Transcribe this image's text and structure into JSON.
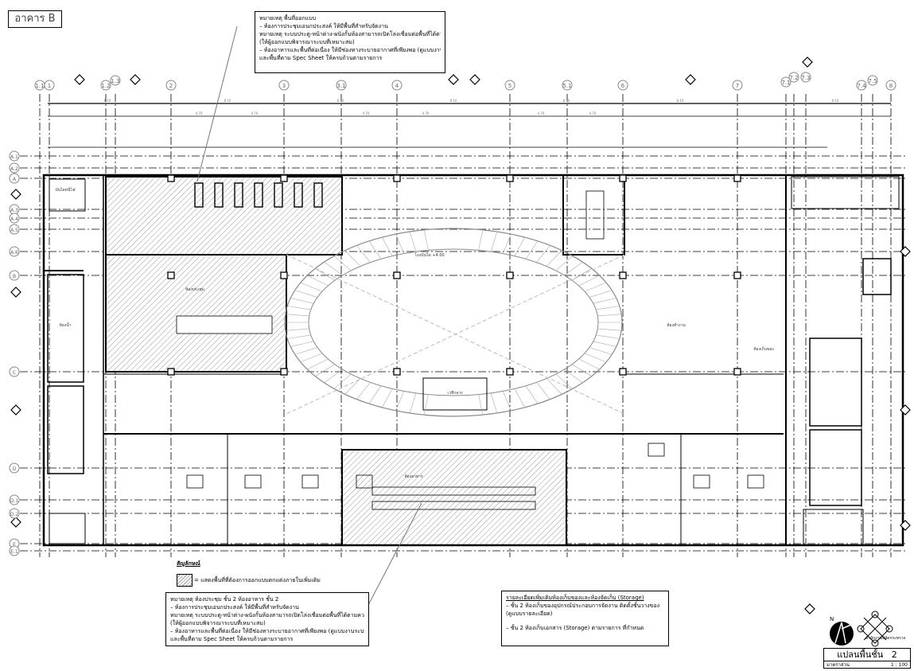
{
  "building_label": "อาคาร B",
  "grid": {
    "columns": [
      "1.1",
      "1",
      "1.2",
      "1.3",
      "2",
      "3",
      "3.1",
      "4",
      "5",
      "5.1",
      "6",
      "7",
      "7.1",
      "7.2",
      "7.3",
      "7.4",
      "7.5",
      "8"
    ],
    "rows": [
      "A.1",
      "A.2",
      "A",
      "A.3",
      "A.4",
      "A.5",
      "A.6",
      "B",
      "C",
      "D",
      "D.1",
      "D.2",
      "E",
      "E.1"
    ],
    "dimension_labels": [
      "8.10",
      "8.10",
      "8.10",
      "8.10",
      "8.10",
      "8.10",
      "8.10",
      "4.70",
      "4.70",
      "4.70",
      "4.70",
      "4.70",
      "4.70"
    ]
  },
  "notes_top": {
    "heading": "หมายเหตุ พื้นที่ออกแบบ",
    "lines": [
      "– ห้องการประชุมเอนกประสงค์ ให้มีพื้นที่สำหรับจัดงาน",
      "หมายเหตุ ระบบประตู-หน้าต่าง-ผนังกั้นห้องสามารถเปิดโล่งเชื่อมต่อพื้นที่ได้ตามความต้องการ",
      "(ให้ผู้ออกแบบพิจารณาระบบที่เหมาะสม)",
      "– ห้องอาหารและพื้นที่ต่อเนื่อง ให้มีช่องทางระบายอากาศที่เพียงพอ (ดูแบบงานระบบ)",
      "และพื้นที่ตาม Spec Sheet ให้ครบถ้วนตามรายการ"
    ]
  },
  "legend": {
    "title": "สัญลักษณ์",
    "hatched_area": "= แสดงพื้นที่ที่ต้องการออกแบบตกแต่งภายในเพิ่มเติม"
  },
  "notes_bottom": {
    "heading": "หมายเหตุ ห้องประชุม ชั้น 2 ห้องอาหาร ชั้น 2",
    "lines": [
      "– ห้องการประชุมเอนกประสงค์ ให้มีพื้นที่สำหรับจัดงาน",
      "หมายเหตุ ระบบประตู-หน้าต่าง-ผนังกั้นห้องสามารถเปิดโล่งเชื่อมต่อพื้นที่ได้ตามความต้องการ",
      "(ให้ผู้ออกแบบพิจารณาระบบที่เหมาะสม)",
      "– ห้องอาหารและพื้นที่ต่อเนื่อง ให้มีช่องทางระบายอากาศที่เพียงพอ (ดูแบบงานระบบ)",
      "และพื้นที่ตาม Spec Sheet ให้ครบถ้วนตามรายการ"
    ]
  },
  "notes_right": {
    "heading": "รายละเอียดเพิ่มเติมห้องเก็บของและห้องจัดเก็บ (Storage)",
    "lines": [
      "– ชั้น 2 ห้องเก็บของอุปกรณ์ประกอบการจัดงาน ติดตั้งชั้นวางของ",
      "(ดูแบบรายละเอียด)",
      "– ชั้น 2 ห้องเก็บเอกสาร (Storage) ตามรายการ ที่กำหนด"
    ]
  },
  "north_label": "N",
  "logo_caption": "สำนักงานปลัดกระทรวง",
  "title_block": {
    "title": "แปลนพื้นชั้น",
    "sheet": "2",
    "subtitle": "มาตราส่วน",
    "scale": "1 : 100"
  },
  "rooms": {
    "atrium": "โถงบันได +4.00",
    "stage": "เวทีกลาง",
    "meeting": "ห้องประชุม",
    "dining": "ห้องอาหาร",
    "toilet": "ห้องน้ำ",
    "stair": "บันไดหนีไฟ",
    "office": "ห้องทำงาน",
    "store": "ห้องเก็บของ"
  }
}
